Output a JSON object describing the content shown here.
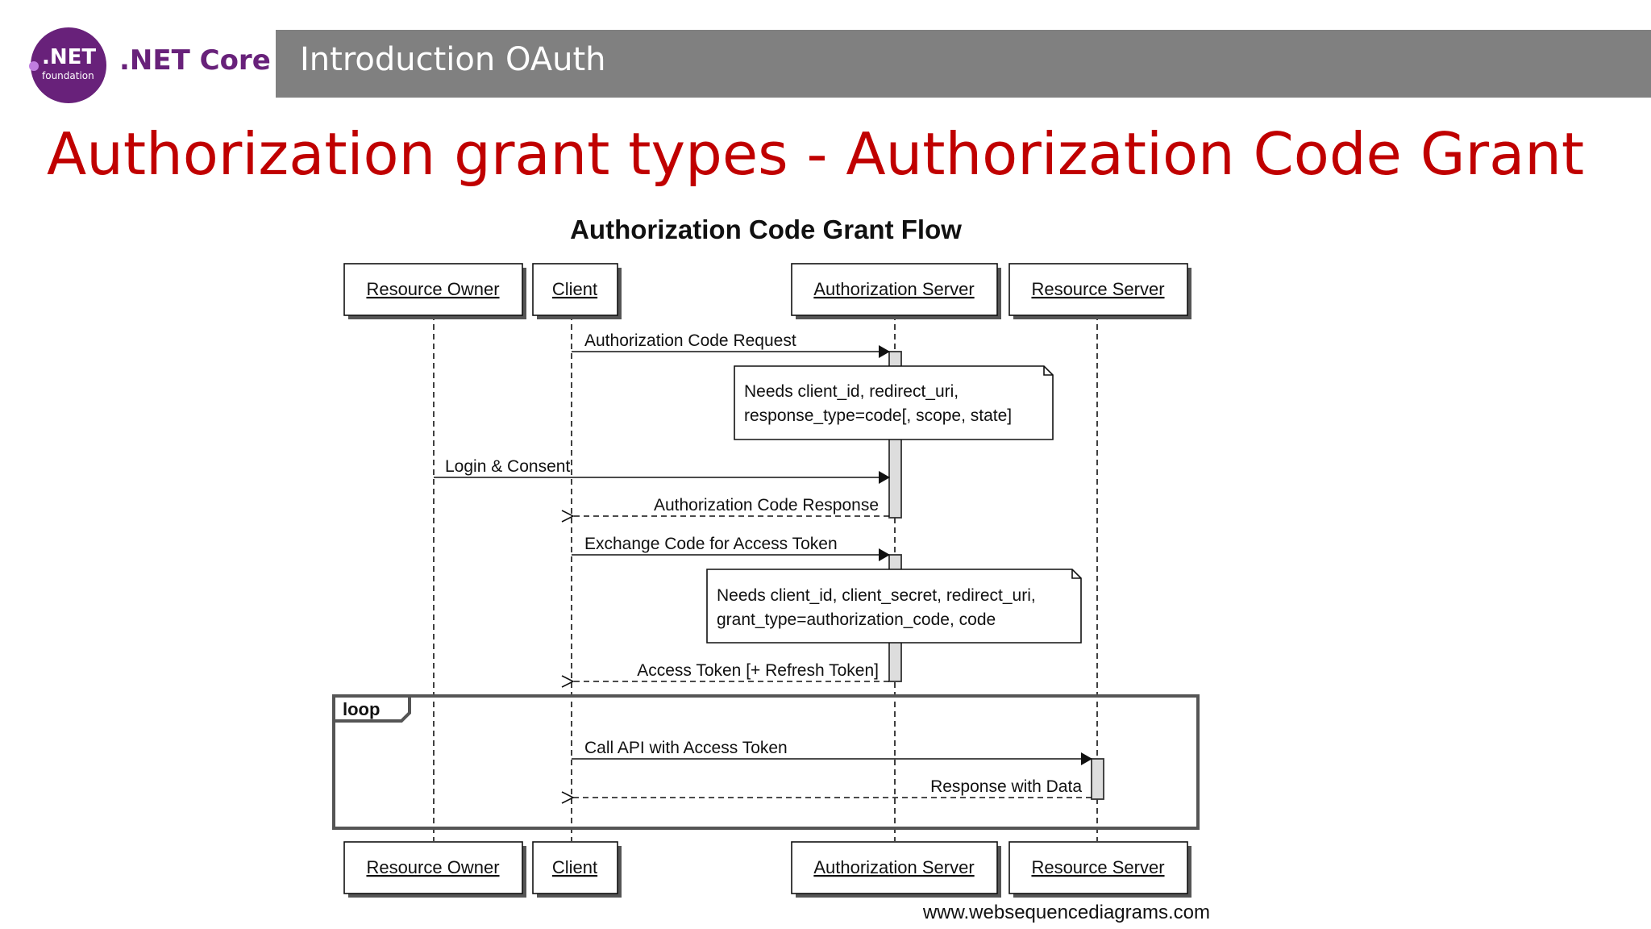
{
  "branding": {
    "logo_main": ".NET",
    "logo_sub": "foundation",
    "product": ".NET Core"
  },
  "header": {
    "title": "Introduction OAuth"
  },
  "slide": {
    "title": "Authorization grant types - Authorization Code Grant"
  },
  "diagram": {
    "title": "Authorization Code Grant Flow",
    "participants": [
      "Resource Owner",
      "Client",
      "Authorization Server",
      "Resource Server"
    ],
    "messages": [
      "Authorization Code Request",
      "Login & Consent",
      "Authorization Code Response",
      "Exchange Code for Access Token",
      "Access Token [+ Refresh Token]",
      "Call API with Access Token",
      "Response with Data"
    ],
    "notes": [
      [
        "Needs client_id, redirect_uri,",
        "response_type=code[, scope, state]"
      ],
      [
        "Needs client_id, client_secret, redirect_uri,",
        "grant_type=authorization_code, code"
      ]
    ],
    "loop_label": "loop",
    "credit": "www.websequencediagrams.com"
  },
  "colors": {
    "brand_purple": "#68217a",
    "header_gray": "#808080",
    "title_red": "#c00000"
  }
}
